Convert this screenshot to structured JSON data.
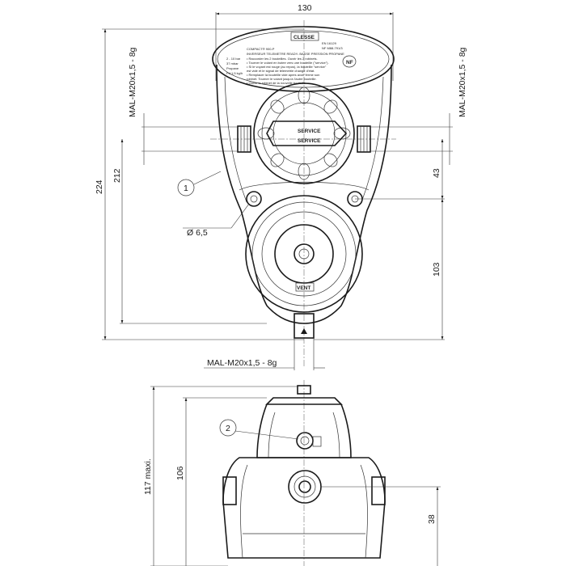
{
  "drawing": {
    "dimensions": {
      "width_top": "130",
      "outlet_thread_right": "MAL-M20x1,5 - 8g",
      "outlet_thread_left": "MAL-M20x1,5 - 8g",
      "height_total": "224",
      "height_212": "212",
      "dim_43": "43",
      "dim_103": "103",
      "hole_diameter": "Ø 6,5",
      "outlet_thread_bottom": "MAL-M20x1,5 - 8g",
      "height_max": "117 maxi.",
      "height_106": "106",
      "dim_38": "38"
    },
    "callouts": {
      "callout_1": "1",
      "callout_2": "2"
    },
    "labels": {
      "brand": "CLESSE",
      "model": "COMPACT® 900-P",
      "norm1": "EN 16129",
      "norm2": "NF M88-791/3",
      "desc": "INVERSEUR TELEMETRE READY- BASSE PRESSION PROPANE",
      "line1": "• Raccorder les 2 bouteilles. Ouvrir les 2 robinets.",
      "line2": "• Tourner le volant en butee vers une bouteille (\"service\").",
      "line3": "• Si le voyant est rouge (au repos), la bouteille \"service\"",
      "line4": "  est vide et le signal de telemetrie change d'etat.",
      "line5": "• Remplacer la bouteille vide apres avoir ferme son",
      "line6": "  robinet. Tourner le volant jusqu'a l'autre bouteille.",
      "line7": "• Ouvrir le robinet de la nouvelle bouteille.",
      "pressure1": "2 - 10 bar",
      "pressure2": "37 mbar",
      "gas": "Propane",
      "flow": "Pd 1,5 kg/h",
      "service1": "SERVICE",
      "service2": "SERVICE",
      "nf": "NF",
      "vent": "VENT"
    }
  }
}
